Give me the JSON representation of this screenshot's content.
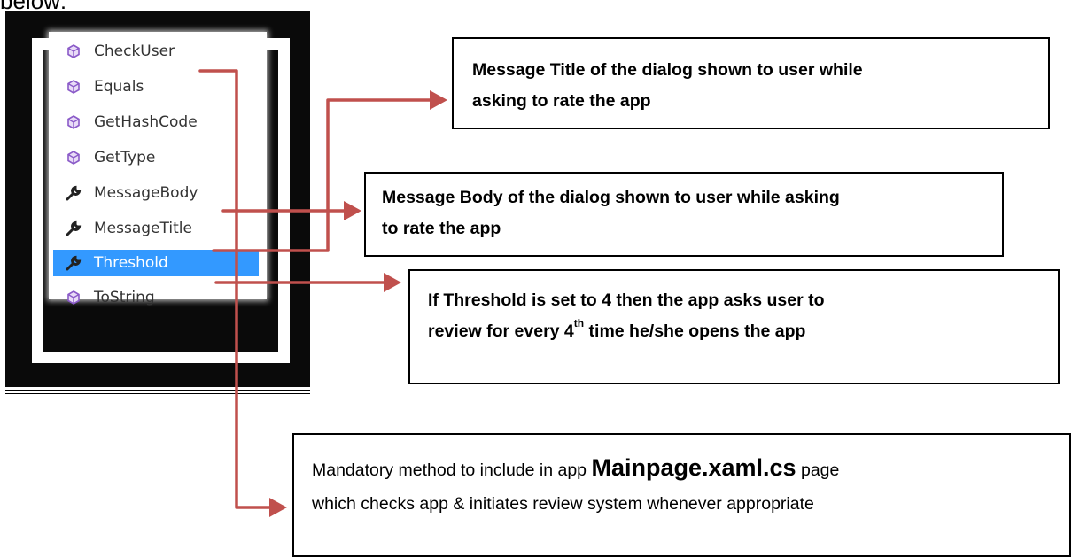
{
  "header_fragment": "below:",
  "member_list": {
    "items": [
      {
        "label": "CheckUser",
        "icon": "method-cube-icon",
        "selected": false
      },
      {
        "label": "Equals",
        "icon": "method-cube-icon",
        "selected": false
      },
      {
        "label": "GetHashCode",
        "icon": "method-cube-icon",
        "selected": false
      },
      {
        "label": "GetType",
        "icon": "method-cube-icon",
        "selected": false
      },
      {
        "label": "MessageBody",
        "icon": "property-wrench-icon",
        "selected": false
      },
      {
        "label": "MessageTitle",
        "icon": "property-wrench-icon",
        "selected": false
      },
      {
        "label": "Threshold",
        "icon": "property-wrench-icon",
        "selected": true
      },
      {
        "label": "ToString",
        "icon": "method-cube-icon",
        "selected": false
      }
    ]
  },
  "callouts": {
    "title": {
      "line1": "Message Title of the dialog shown to user while",
      "line2": "asking to rate the app"
    },
    "body": {
      "line1": "Message Body of the dialog shown to user while asking",
      "line2": "to rate the app"
    },
    "threshold": {
      "line1": "If Threshold is set to 4 then the app asks user to",
      "line2_a": "review for every 4",
      "line2_sup": "th",
      "line2_b": " time he/she opens the app"
    },
    "checkuser": {
      "line1_a": "Mandatory method to include in app ",
      "line1_big": "Mainpage.xaml.cs",
      "line1_b": " page",
      "line2": "which checks app & initiates review system whenever appropriate"
    }
  },
  "colors": {
    "arrow": "#c0504d",
    "selection": "#3399ff",
    "method_icon": "#8a5ac8",
    "frame": "#0a0a0a"
  }
}
